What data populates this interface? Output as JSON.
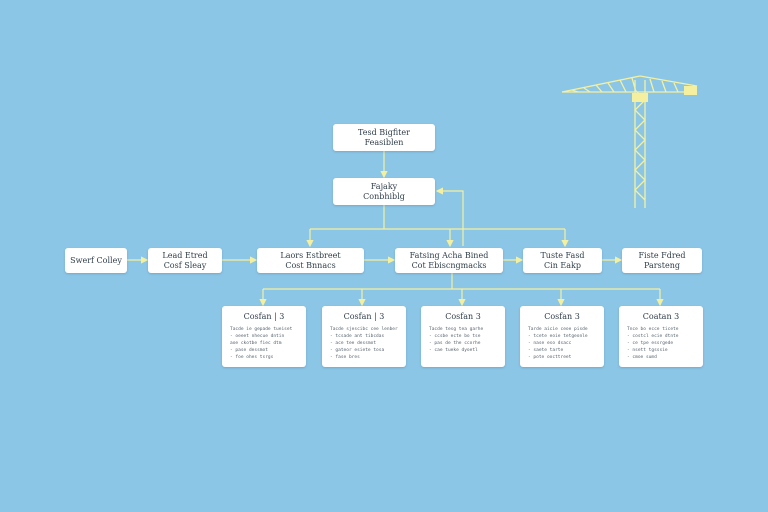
{
  "colors": {
    "background": "#8cc6e6",
    "connector": "#f4f0a0",
    "crane": "#f4f0a0",
    "node_fill": "#ffffff",
    "node_text": "#2f3e4a"
  },
  "decoration": {
    "icon": "tower-crane-icon"
  },
  "top_nodes": {
    "top": [
      "Tesd Bigfiter",
      "Feasiblen"
    ],
    "middle": [
      "Fajaky",
      "Conbhiblg"
    ]
  },
  "chain": [
    {
      "lines": [
        "Swerf Colley"
      ]
    },
    {
      "lines": [
        "Lead Etred",
        "Cosf Sleay"
      ]
    },
    {
      "lines": [
        "Laors Estbreet",
        "Cost Bnnacs"
      ]
    },
    {
      "lines": [
        "Fatsing Acha Bined",
        "Cot Ebiscngmacks"
      ]
    },
    {
      "lines": [
        "Tuste Fasd",
        "Cin Eakp"
      ]
    },
    {
      "lines": [
        "Fiste Fdred",
        "Parsteng"
      ]
    }
  ],
  "cards": [
    {
      "title": "Cosfan | 3",
      "lines": [
        "Tacde ie gepade tueiset",
        "- oeeet nhecue dntin",
        "aoe ckotbe fiec dtm",
        "- pase dessmot",
        "- foe ohes tsrgs"
      ]
    },
    {
      "title": "Cosfan | 3",
      "lines": [
        "Tacde sjescibc cee lenber",
        "- tcsade ant tibcdas",
        "- ace tee dessmot",
        "- gateor esiete tosa",
        "- fase bres"
      ]
    },
    {
      "title": "Cosfan 3",
      "lines": [
        "Tacde tesg tea garhe",
        "- ccsbe ecte bo tse",
        "- pas de the ccorhe",
        "- cae tueke dyoetl"
      ]
    },
    {
      "title": "Cosfan 3",
      "lines": [
        "Tarde aicie ceoe pisde",
        "- tcete eoie tetgeonle",
        "- nase eso dsacc",
        "- saete tarte",
        "- pote oocttreet"
      ]
    },
    {
      "title": "Coatan 3",
      "lines": [
        "Tnce bo ecce ticete",
        "- costcl ecie dtnte",
        "- ce tpe essrgede",
        "- nsett tgsssie",
        "- cmoe sumd"
      ]
    }
  ]
}
